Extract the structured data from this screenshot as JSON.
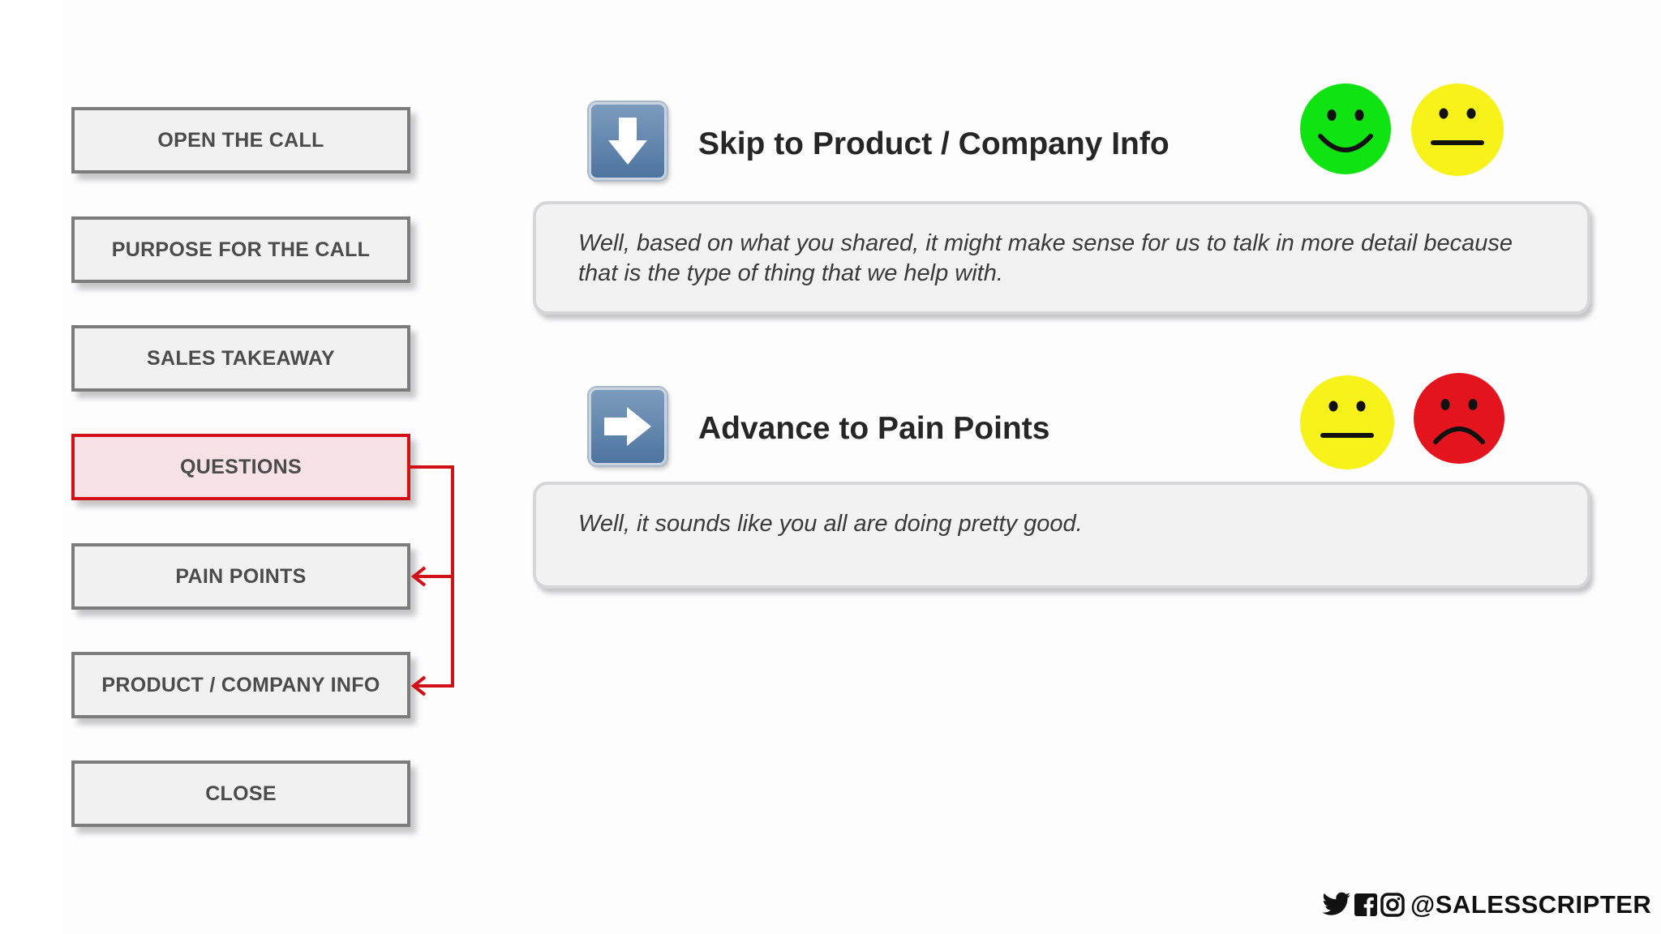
{
  "nav": {
    "items": [
      {
        "label": "OPEN THE CALL",
        "active": false
      },
      {
        "label": "PURPOSE FOR THE CALL",
        "active": false
      },
      {
        "label": "SALES TAKEAWAY",
        "active": false
      },
      {
        "label": "QUESTIONS",
        "active": true
      },
      {
        "label": "PAIN POINTS",
        "active": false
      },
      {
        "label": "PRODUCT / COMPANY INFO",
        "active": false
      },
      {
        "label": "CLOSE",
        "active": false
      }
    ]
  },
  "sections": [
    {
      "title": "Skip to Product / Company Info",
      "icon": "arrow-down-icon",
      "script": "Well, based on what you shared, it might make sense for us to talk in more detail because that is the type of thing that we help with.",
      "reactions": [
        "happy-face-icon",
        "neutral-face-icon"
      ]
    },
    {
      "title": "Advance to Pain Points",
      "icon": "arrow-right-icon",
      "script": "Well, it sounds like you all are doing pretty good.",
      "reactions": [
        "neutral-face-icon",
        "sad-face-icon"
      ]
    }
  ],
  "footer": {
    "handle": "@SALESSCRIPTER",
    "icons": [
      "twitter-icon",
      "facebook-icon",
      "instagram-icon"
    ]
  },
  "colors": {
    "accent": "#d21018",
    "happy": "#10e312",
    "neutral": "#f7f31a",
    "sad": "#e4141e",
    "icon_blue": "#5b7ea8"
  }
}
